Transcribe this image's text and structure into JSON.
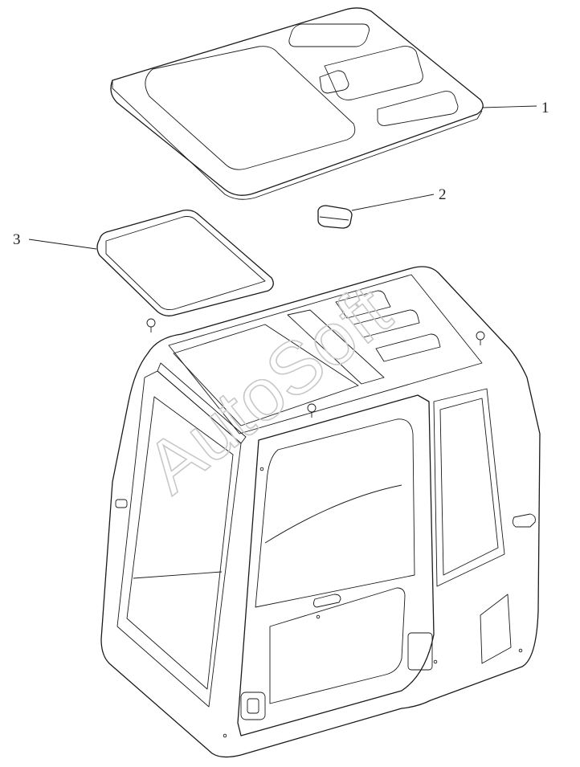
{
  "callouts": [
    {
      "id": "1",
      "label": "1"
    },
    {
      "id": "2",
      "label": "2"
    },
    {
      "id": "3",
      "label": "3"
    }
  ],
  "watermark": {
    "text": "AutoSoft"
  },
  "colors": {
    "line": "#1a1a1a",
    "watermark": "#c8c8c8",
    "background": "#ffffff"
  }
}
